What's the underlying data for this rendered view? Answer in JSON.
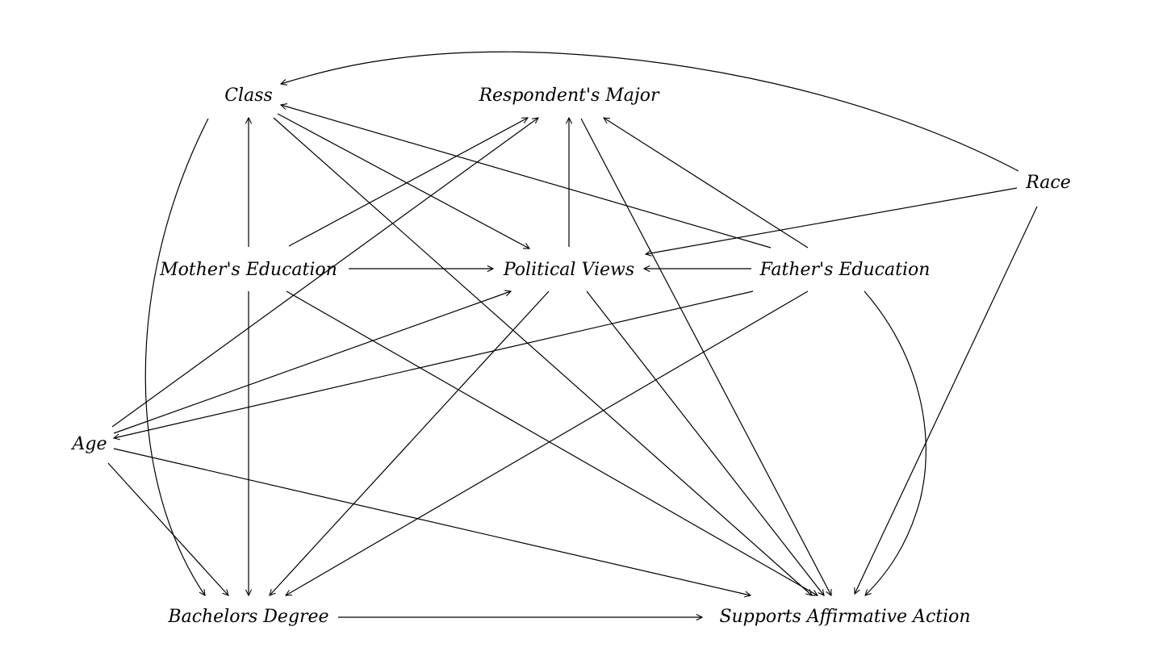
{
  "nodes": [
    {
      "id": "class",
      "label": "Class"
    },
    {
      "id": "major",
      "label": "Respondent's Major"
    },
    {
      "id": "race",
      "label": "Race"
    },
    {
      "id": "mother",
      "label": "Mother's Education"
    },
    {
      "id": "political",
      "label": "Political Views"
    },
    {
      "id": "father",
      "label": "Father's Education"
    },
    {
      "id": "age",
      "label": "Age"
    },
    {
      "id": "bachelors",
      "label": "Bachelors Degree"
    },
    {
      "id": "supports",
      "label": "Supports Affirmative Action"
    }
  ],
  "edges": [
    {
      "from": "race",
      "to": "class"
    },
    {
      "from": "race",
      "to": "political"
    },
    {
      "from": "race",
      "to": "supports"
    },
    {
      "from": "mother",
      "to": "class"
    },
    {
      "from": "mother",
      "to": "major"
    },
    {
      "from": "mother",
      "to": "political"
    },
    {
      "from": "mother",
      "to": "bachelors"
    },
    {
      "from": "mother",
      "to": "supports"
    },
    {
      "from": "father",
      "to": "class"
    },
    {
      "from": "father",
      "to": "major"
    },
    {
      "from": "father",
      "to": "political"
    },
    {
      "from": "father",
      "to": "age"
    },
    {
      "from": "father",
      "to": "bachelors"
    },
    {
      "from": "father",
      "to": "supports"
    },
    {
      "from": "class",
      "to": "political"
    },
    {
      "from": "class",
      "to": "bachelors"
    },
    {
      "from": "class",
      "to": "supports"
    },
    {
      "from": "political",
      "to": "major"
    },
    {
      "from": "political",
      "to": "bachelors"
    },
    {
      "from": "political",
      "to": "supports"
    },
    {
      "from": "major",
      "to": "supports"
    },
    {
      "from": "age",
      "to": "major"
    },
    {
      "from": "age",
      "to": "political"
    },
    {
      "from": "age",
      "to": "bachelors"
    },
    {
      "from": "age",
      "to": "supports"
    },
    {
      "from": "bachelors",
      "to": "supports"
    }
  ]
}
